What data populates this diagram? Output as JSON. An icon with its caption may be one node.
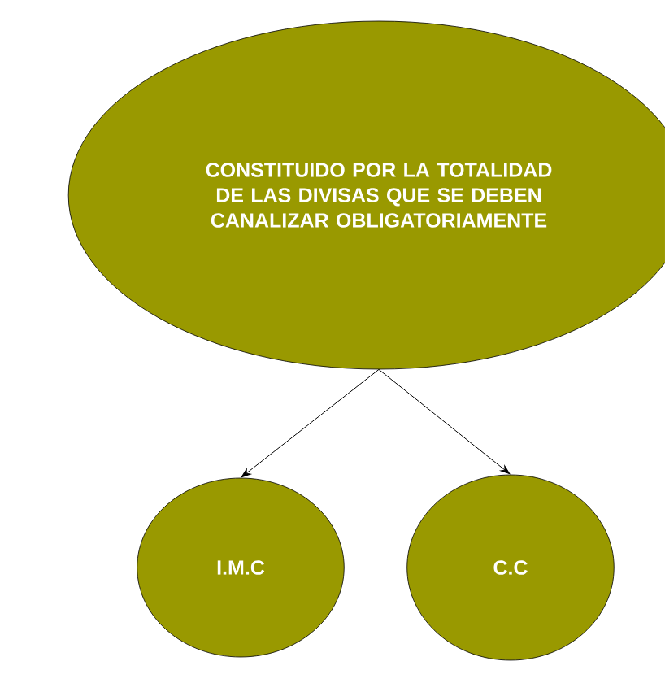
{
  "diagram": {
    "nodes": [
      {
        "text": [
          "CONSTITUIDO POR LA TOTALIDAD DE LAS DIVISAS QUE SE DEBEN CANALIZAR OBLIGATORIAMENTE"
        ]
      },
      {
        "text": [
          "I.M.C"
        ]
      },
      {
        "text": [
          "C.C"
        ]
      }
    ],
    "edges": [
      {
        "from": 0,
        "to": 1,
        "arrow": "to"
      },
      {
        "from": 0,
        "to": 2,
        "arrow": "to"
      }
    ]
  }
}
